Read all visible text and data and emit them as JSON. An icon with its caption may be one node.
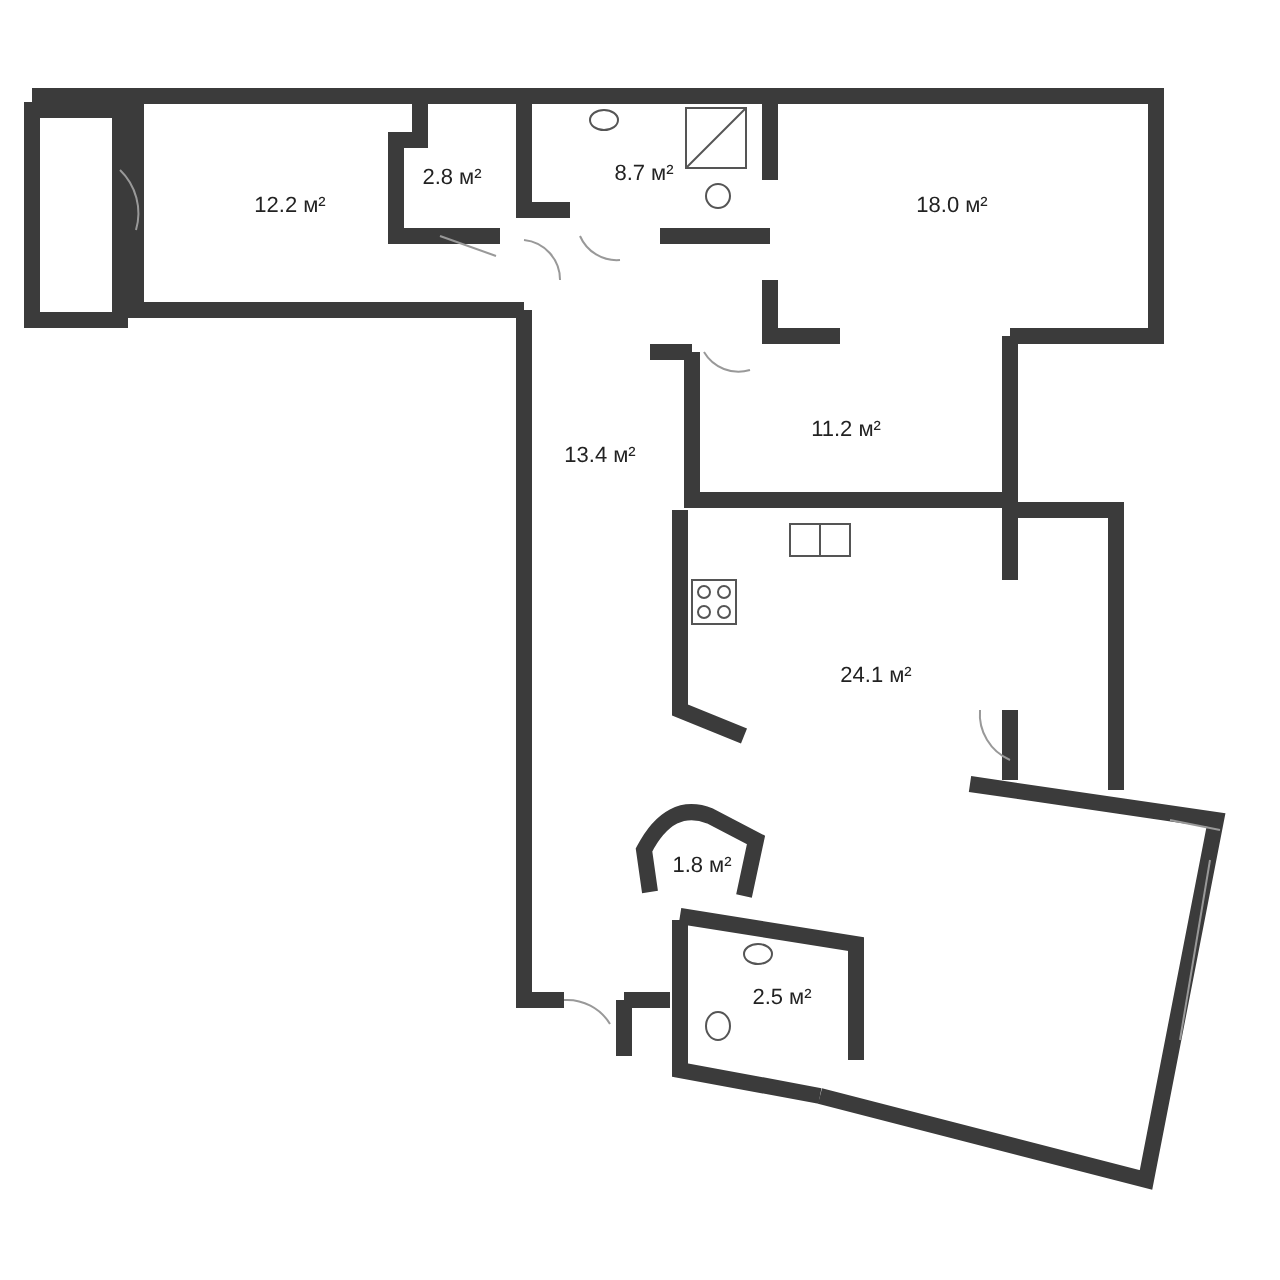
{
  "diagram": {
    "labels": [
      "12.2 м²",
      "2.8 м²",
      "8.7 м²",
      "18.0 м²",
      "13.4 м²",
      "11.2 м²",
      "24.1 м²",
      "1.8 м²",
      "2.5 м²"
    ]
  }
}
